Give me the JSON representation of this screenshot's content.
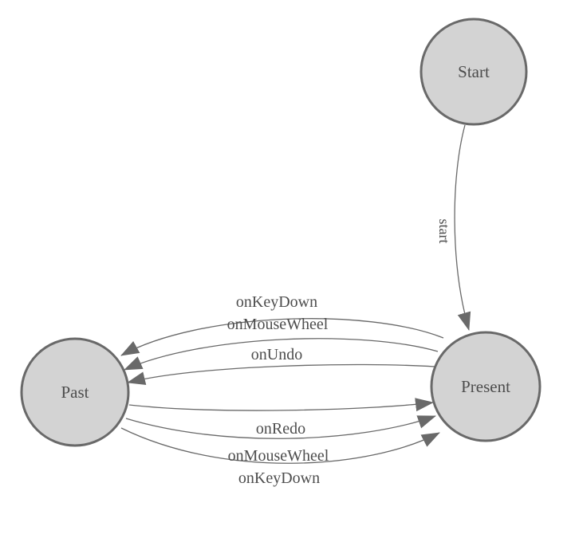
{
  "colors": {
    "background": "#ffffff",
    "node_fill": "#d3d3d3",
    "node_stroke": "#696969",
    "edge_line": "#696969",
    "arrowhead": "#696969",
    "node_text": "#4d4d4d",
    "edge_text": "#4d4d4d"
  },
  "diagram": {
    "type": "state-machine",
    "nodes": [
      {
        "id": "start",
        "label": "Start"
      },
      {
        "id": "past",
        "label": "Past"
      },
      {
        "id": "present",
        "label": "Present"
      }
    ],
    "edges": [
      {
        "from": "Start",
        "to": "Present",
        "label": "start"
      },
      {
        "from": "Present",
        "to": "Past",
        "label": "onKeyDown"
      },
      {
        "from": "Present",
        "to": "Past",
        "label": "onMouseWheel"
      },
      {
        "from": "Present",
        "to": "Past",
        "label": "onUndo"
      },
      {
        "from": "Past",
        "to": "Present",
        "label": "onRedo"
      },
      {
        "from": "Past",
        "to": "Present",
        "label": "onMouseWheel"
      },
      {
        "from": "Past",
        "to": "Present",
        "label": "onKeyDown"
      }
    ]
  }
}
